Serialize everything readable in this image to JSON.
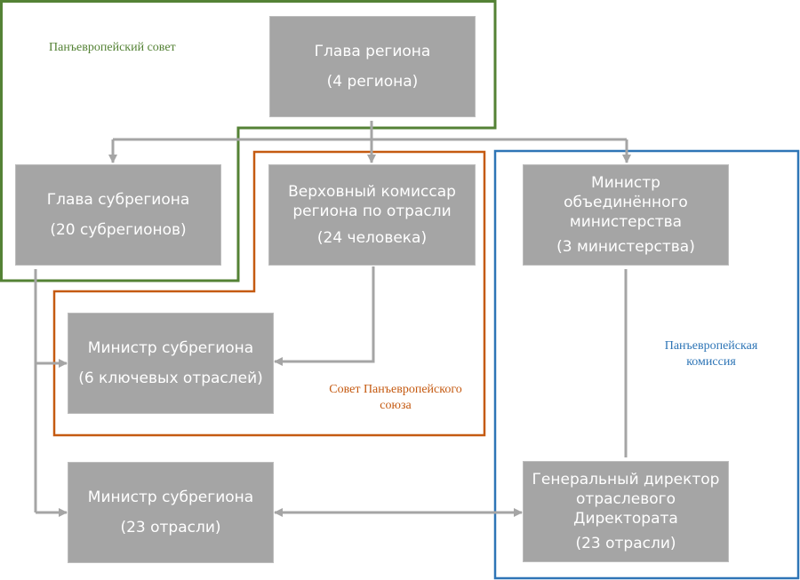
{
  "colors": {
    "node_fill": "#a5a5a5",
    "node_text": "#ffffff",
    "connector": "#a5a5a5",
    "council_group": "#548235",
    "union_council_group": "#c55a11",
    "commission_group": "#2e75b6"
  },
  "groups": {
    "pan_european_council": {
      "label": "Панъевропейский совет"
    },
    "pan_european_union_council": {
      "label_line1": "Совет Панъевропейского",
      "label_line2": "союза"
    },
    "pan_european_commission": {
      "label_line1": "Панъевропейская",
      "label_line2": "комиссия"
    }
  },
  "nodes": {
    "region_head": {
      "title": "Глава региона",
      "sub": "(4 региона)"
    },
    "subregion_head": {
      "title": "Глава субрегиона",
      "sub": "(20 субрегионов)"
    },
    "high_commissioner": {
      "title_line1": "Верховный комиссар",
      "title_line2": "региона по отрасли",
      "sub": "(24 человека)"
    },
    "united_minister": {
      "title_line1": "Министр",
      "title_line2": "объединённого",
      "title_line3": "министерства",
      "sub": "(3 министерства)"
    },
    "subregion_minister_key": {
      "title": "Министр субрегиона",
      "sub": "(6 ключевых отраслей)"
    },
    "subregion_minister_23": {
      "title": "Министр субрегиона",
      "sub": "(23 отрасли)"
    },
    "director_general": {
      "title_line1": "Генеральный директор",
      "title_line2": "отраслевого",
      "title_line3": "Директората",
      "sub": "(23 отрасли)"
    }
  },
  "connections": [
    {
      "from": "region_head",
      "to": "subregion_head",
      "type": "arrow"
    },
    {
      "from": "region_head",
      "to": "high_commissioner",
      "type": "arrow"
    },
    {
      "from": "region_head",
      "to": "united_minister",
      "type": "arrow"
    },
    {
      "from": "subregion_head",
      "to": "subregion_minister_key",
      "type": "arrow"
    },
    {
      "from": "subregion_head",
      "to": "subregion_minister_23",
      "type": "arrow"
    },
    {
      "from": "high_commissioner",
      "to": "subregion_minister_key",
      "type": "arrow"
    },
    {
      "from": "united_minister",
      "to": "director_general",
      "type": "line"
    },
    {
      "from": "subregion_minister_23",
      "to": "director_general",
      "type": "double-arrow"
    }
  ]
}
